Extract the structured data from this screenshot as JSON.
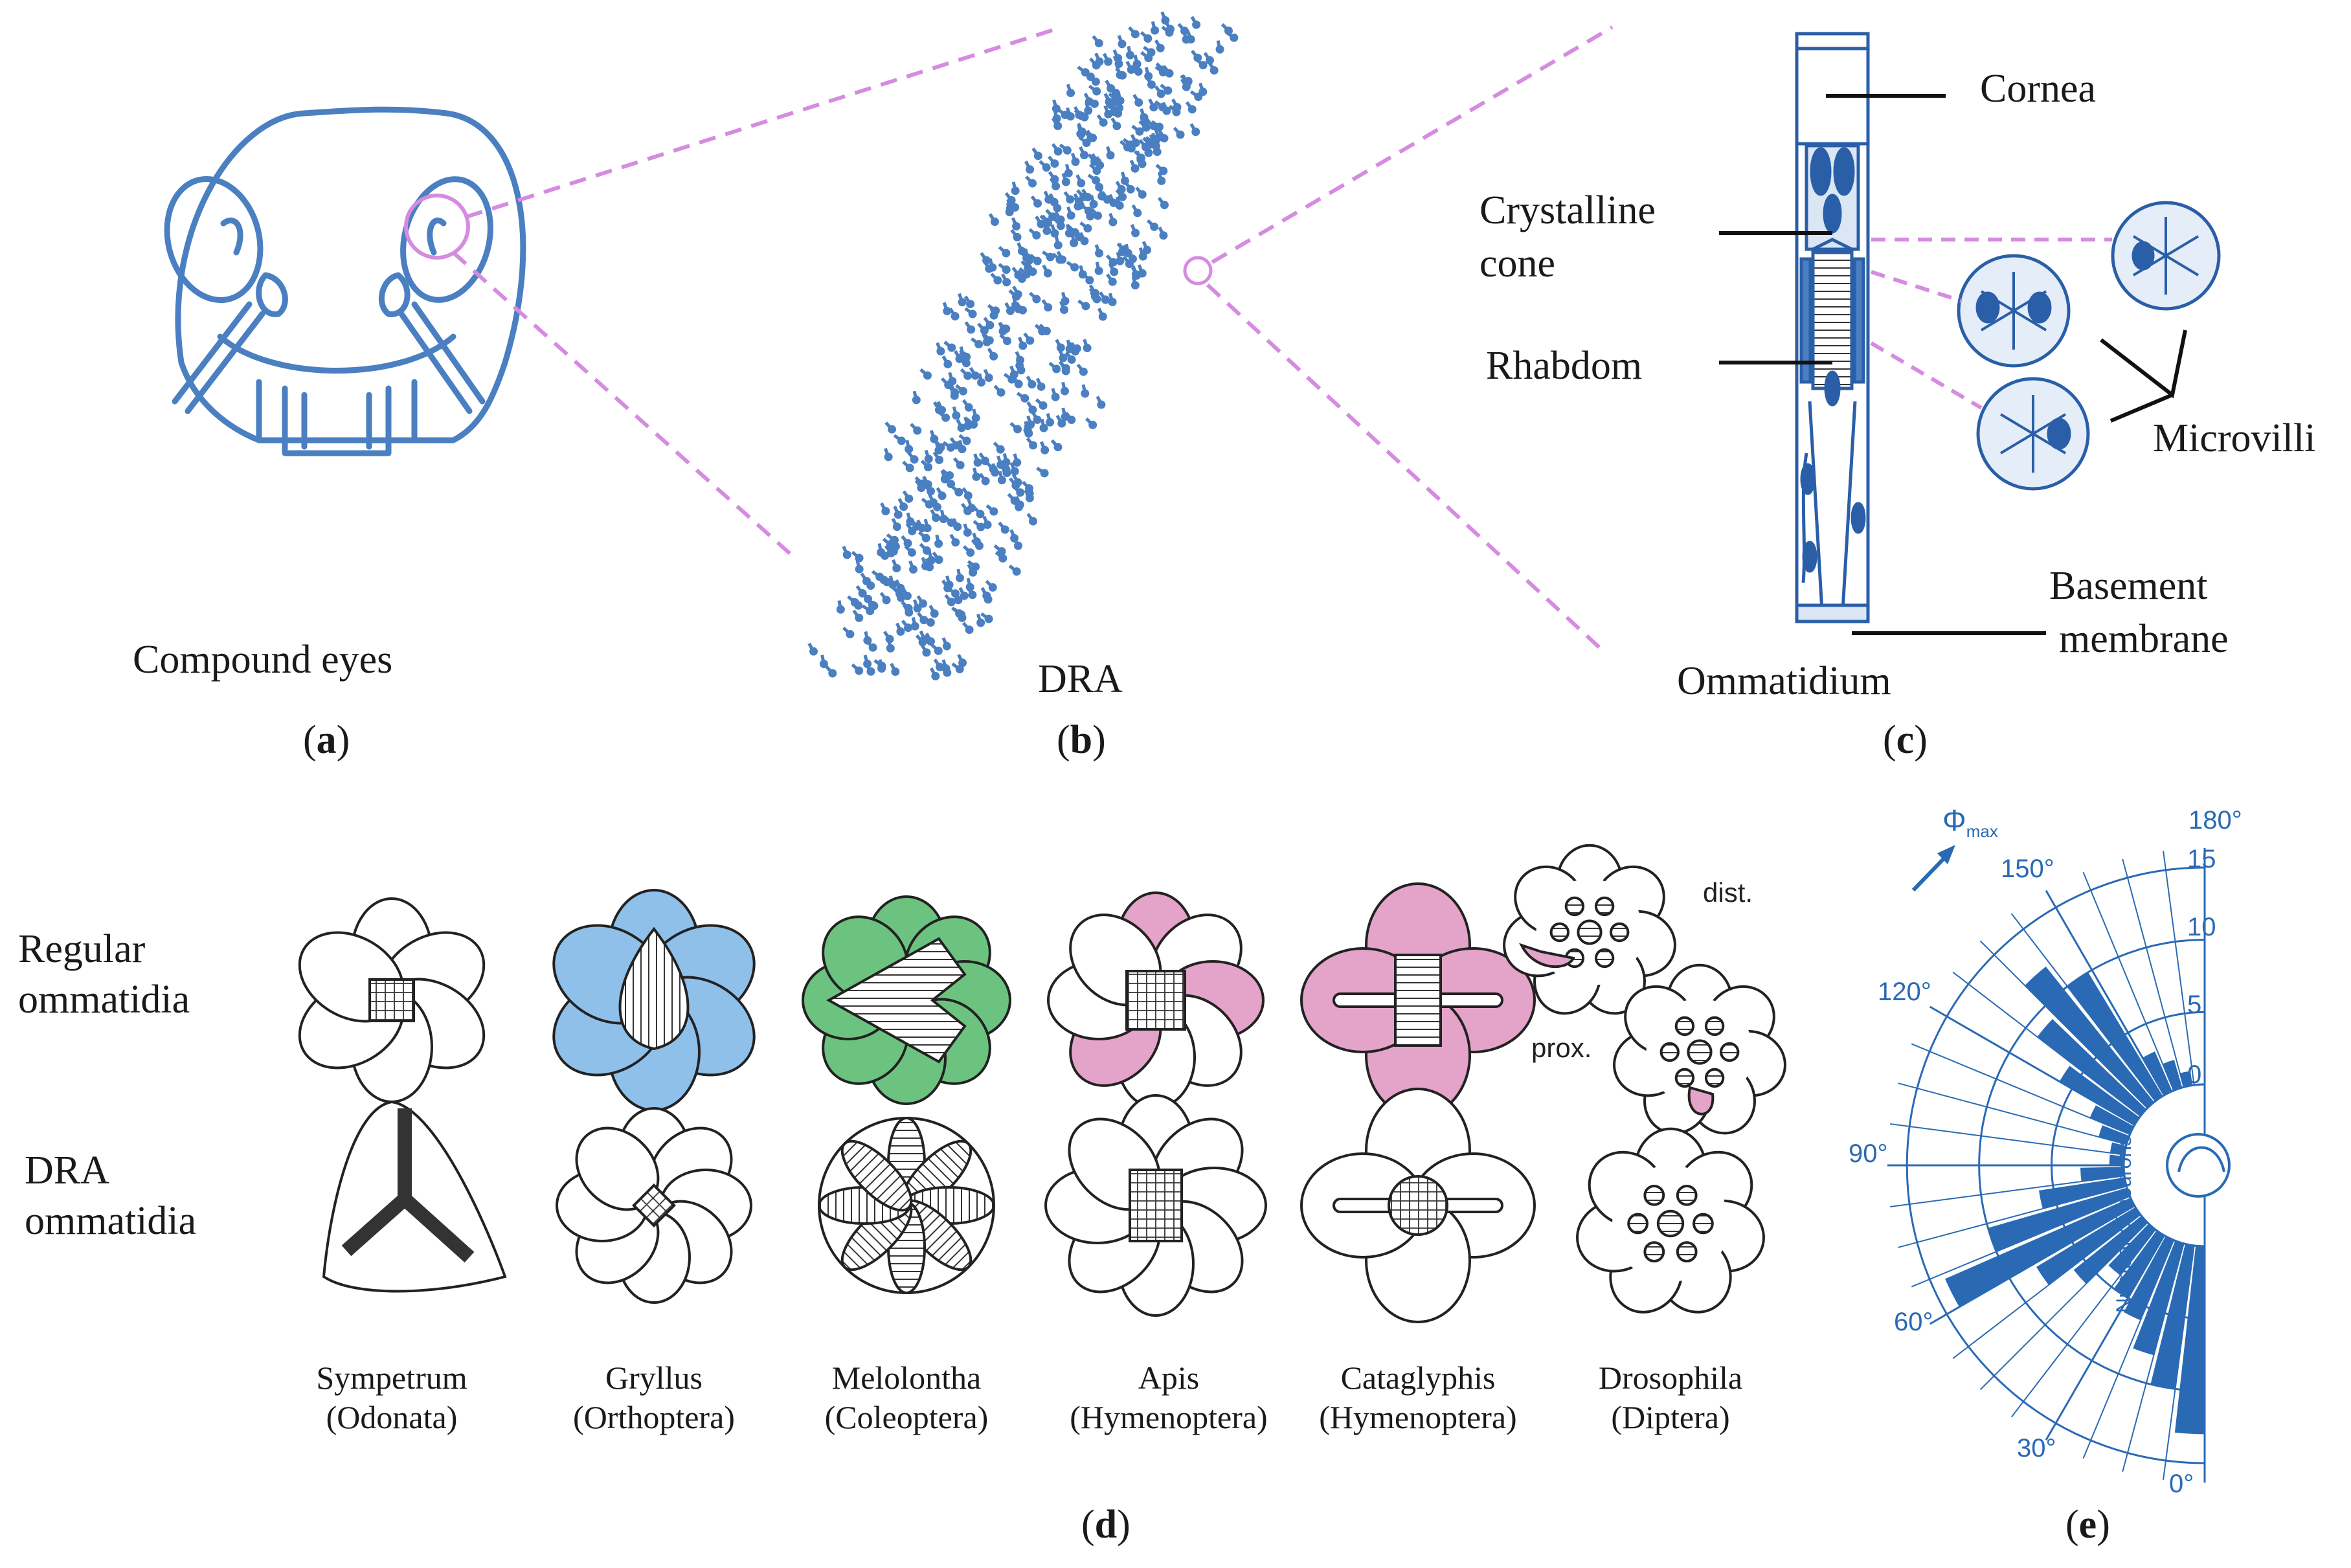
{
  "panels": {
    "a": {
      "caption": "Compound eyes",
      "letter": "a"
    },
    "b": {
      "caption": "DRA",
      "letter": "b"
    },
    "c": {
      "letter": "c",
      "caption": "Ommatidium",
      "labels": {
        "cornea": "Cornea",
        "crystalline_1": "Crystalline",
        "crystalline_2": "cone",
        "rhabdom": "Rhabdom",
        "microvilli": "Microvilli",
        "basement_1": "Basement",
        "basement_2": "membrane"
      }
    },
    "d": {
      "letter": "d",
      "rows": {
        "regular_1": "Regular",
        "regular_2": "ommatidia",
        "dra_1": "DRA",
        "dra_2": "ommatidia"
      },
      "dist": "dist.",
      "prox": "prox.",
      "species": [
        {
          "genus": "Sympetrum",
          "order": "(Odonata)"
        },
        {
          "genus": "Gryllus",
          "order": "(Orthoptera)"
        },
        {
          "genus": "Melolontha",
          "order": "(Coleoptera)"
        },
        {
          "genus": "Apis",
          "order": "(Hymenoptera)"
        },
        {
          "genus": "Cataglyphis",
          "order": "(Hymenoptera)"
        },
        {
          "genus": "Drosophila",
          "order": "(Diptera)"
        }
      ]
    },
    "e": {
      "letter": "e",
      "phi_symbol": "Φ",
      "phi_sub": "max",
      "angle_labels": [
        "180°",
        "150°",
        "120°",
        "90°",
        "60°",
        "30°",
        "0°"
      ],
      "radial_ticks": [
        "15",
        "10",
        "5",
        "0"
      ],
      "radial_axis_label": "Number of neurons"
    }
  },
  "colors": {
    "diagram_blue": "#4a7fc1",
    "dashed_pink": "#d58be0",
    "polar_blue": "#2a6ab5",
    "gryllus_blue": "#8ec0ea",
    "melolontha_green": "#6cc37f",
    "pink": "#e4a3c8"
  },
  "chart_data": {
    "type": "bar",
    "subtype": "polar-half-rose",
    "xlabel": "",
    "ylabel": "Number of neurons",
    "angle_range": [
      0,
      180
    ],
    "rlim": [
      0,
      15
    ],
    "angles_deg": [
      0,
      7.5,
      15,
      22.5,
      30,
      37.5,
      45,
      52.5,
      60,
      67.5,
      75,
      82.5,
      90,
      97.5,
      105,
      112.5,
      120,
      127.5,
      135,
      142.5,
      150,
      157.5,
      165,
      172.5
    ],
    "values": [
      13,
      10,
      8,
      6,
      5,
      4,
      6,
      8,
      14,
      10,
      6,
      3,
      1,
      1,
      2,
      3,
      6,
      9,
      12,
      10,
      3,
      2,
      1,
      0
    ]
  }
}
